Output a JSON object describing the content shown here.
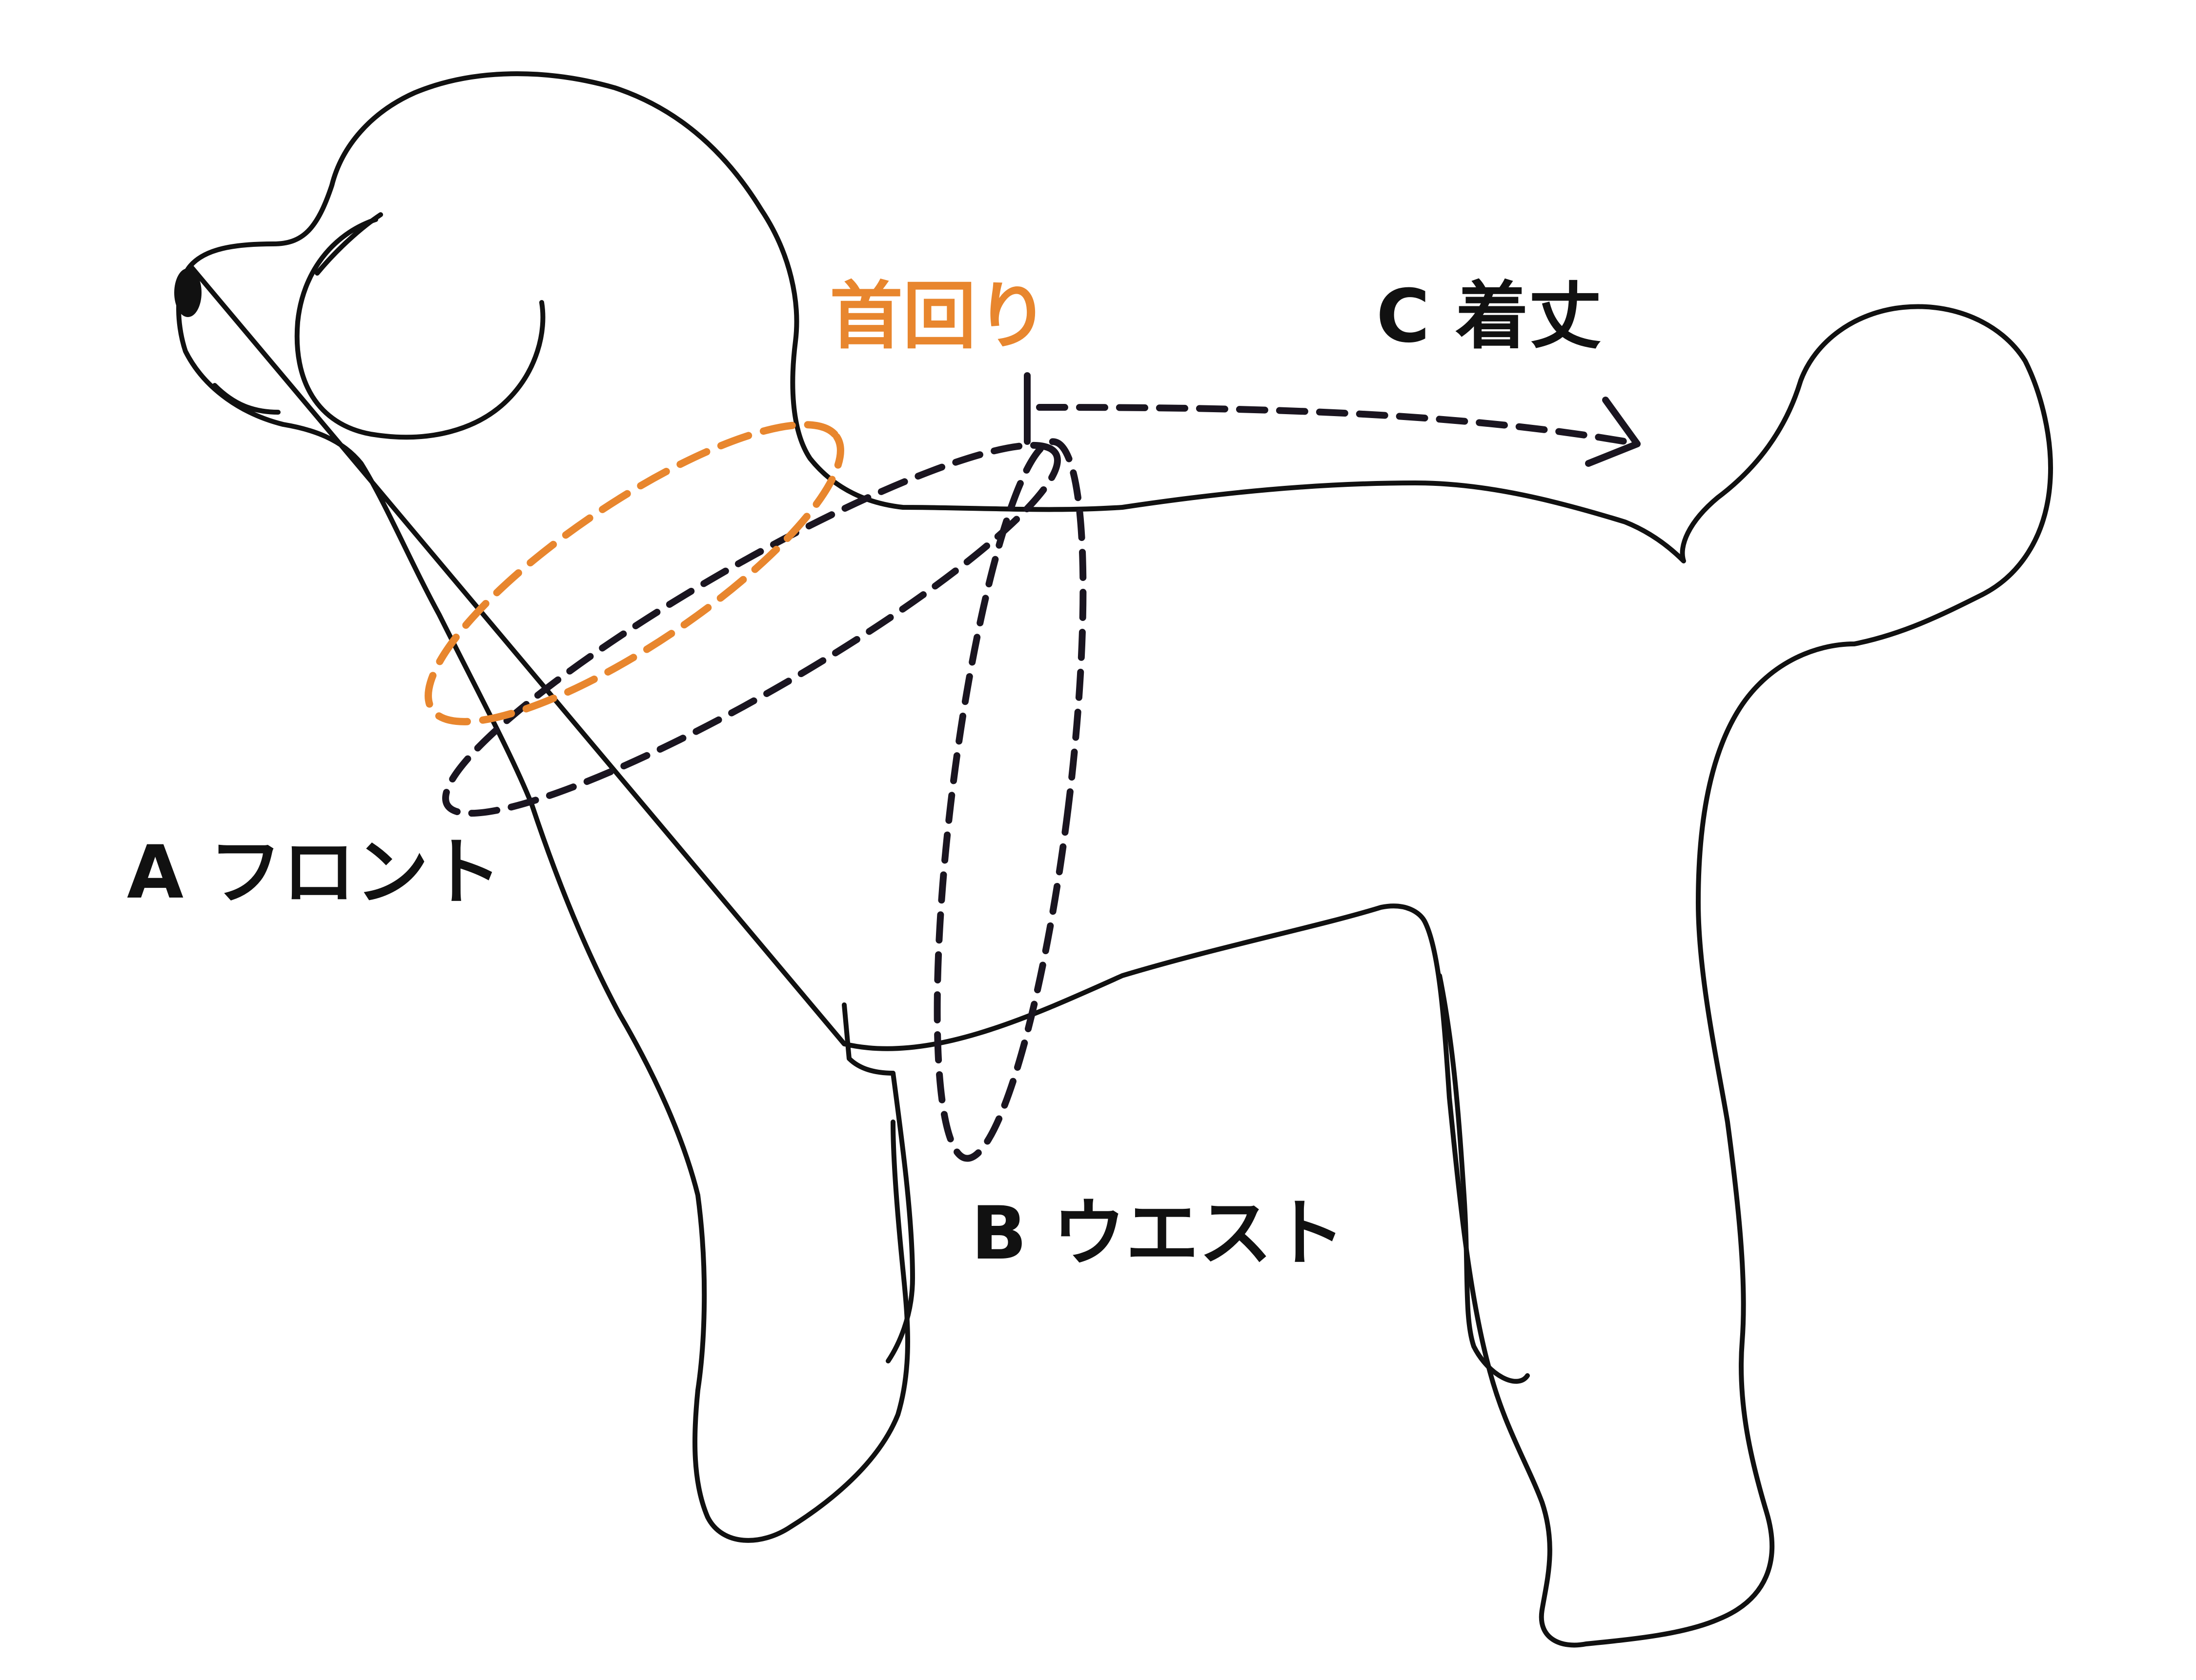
{
  "labels": {
    "front": "A フロント",
    "waist": "B ウエスト",
    "length": "C 着丈",
    "neck": "首回り"
  },
  "colors": {
    "outline": "#111111",
    "measure": "#1a1520",
    "neck_highlight": "#e8862e",
    "background": "#ffffff"
  }
}
